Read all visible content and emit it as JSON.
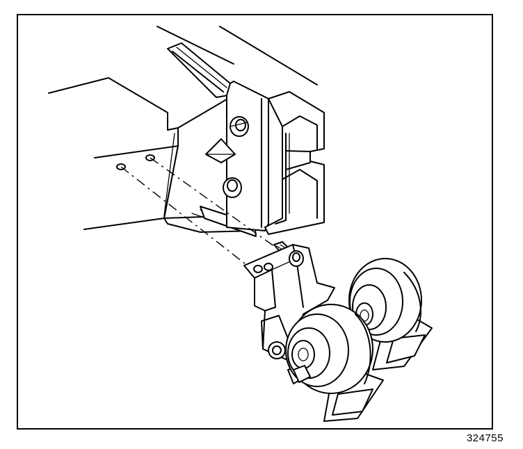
{
  "figure": {
    "number": "324755"
  },
  "colors": {
    "ink": "#000000",
    "paper": "#ffffff"
  },
  "parts": [
    "frame-rail",
    "mounting-bracket",
    "mounting-bolt",
    "horn-assembly-left",
    "horn-assembly-right",
    "mounting-holes"
  ]
}
